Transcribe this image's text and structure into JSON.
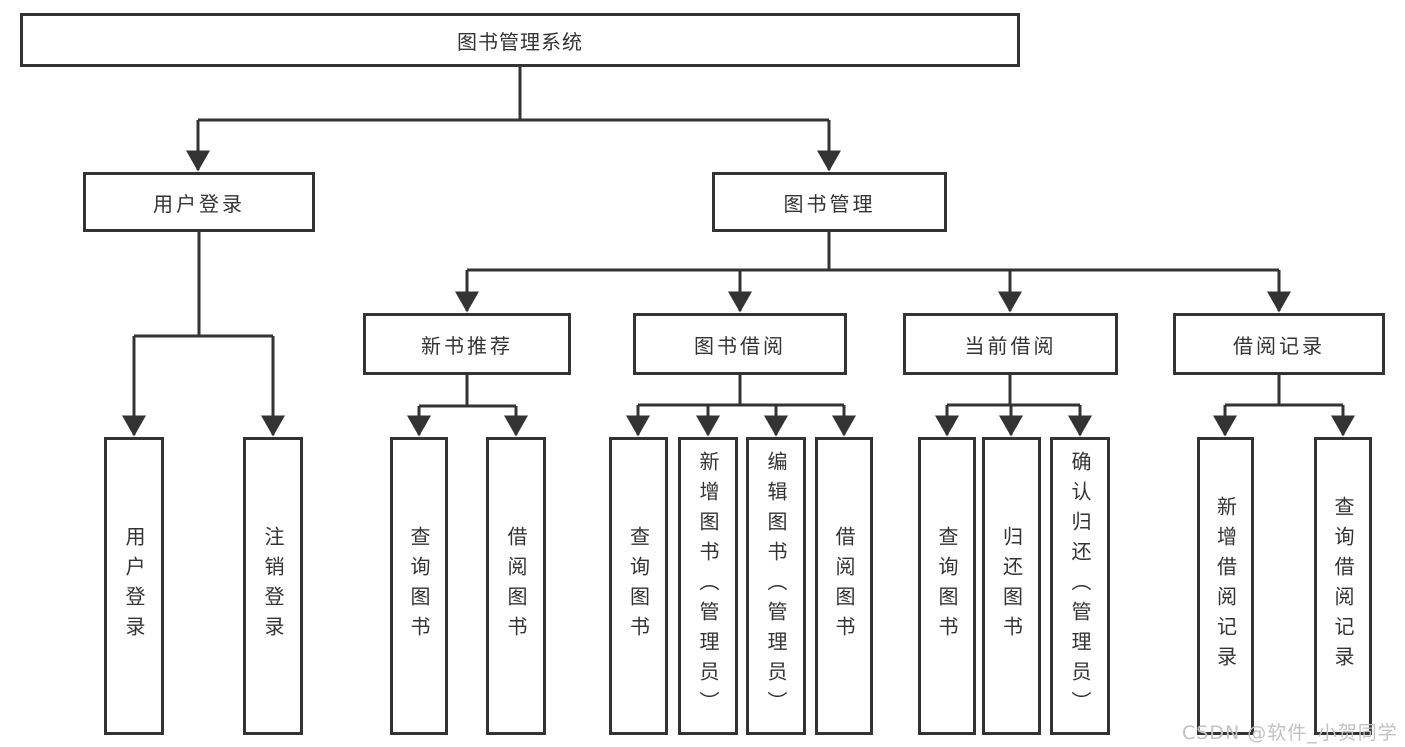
{
  "tree": {
    "root": {
      "label": "图书管理系统"
    },
    "branches": [
      {
        "label": "用户登录",
        "children": [
          {
            "label": "用户登录"
          },
          {
            "label": "注销登录"
          }
        ]
      },
      {
        "label": "图书管理",
        "groups": [
          {
            "label": "新书推荐",
            "children": [
              {
                "label": "查询图书"
              },
              {
                "label": "借阅图书"
              }
            ]
          },
          {
            "label": "图书借阅",
            "children": [
              {
                "label": "查询图书"
              },
              {
                "label": "新增图书（管理员）"
              },
              {
                "label": "编辑图书（管理员）"
              },
              {
                "label": "借阅图书"
              }
            ]
          },
          {
            "label": "当前借阅",
            "children": [
              {
                "label": "查询图书"
              },
              {
                "label": "归还图书"
              },
              {
                "label": "确认归还（管理员）"
              }
            ]
          },
          {
            "label": "借阅记录",
            "children": [
              {
                "label": "新增借阅记录"
              },
              {
                "label": "查询借阅记录"
              }
            ]
          }
        ]
      }
    ]
  },
  "watermark": {
    "text": "CSDN @软件_小贺同学"
  },
  "colors": {
    "line": "#333333",
    "text": "#333333",
    "background": "#ffffff",
    "watermark": "#c2c2c2"
  }
}
